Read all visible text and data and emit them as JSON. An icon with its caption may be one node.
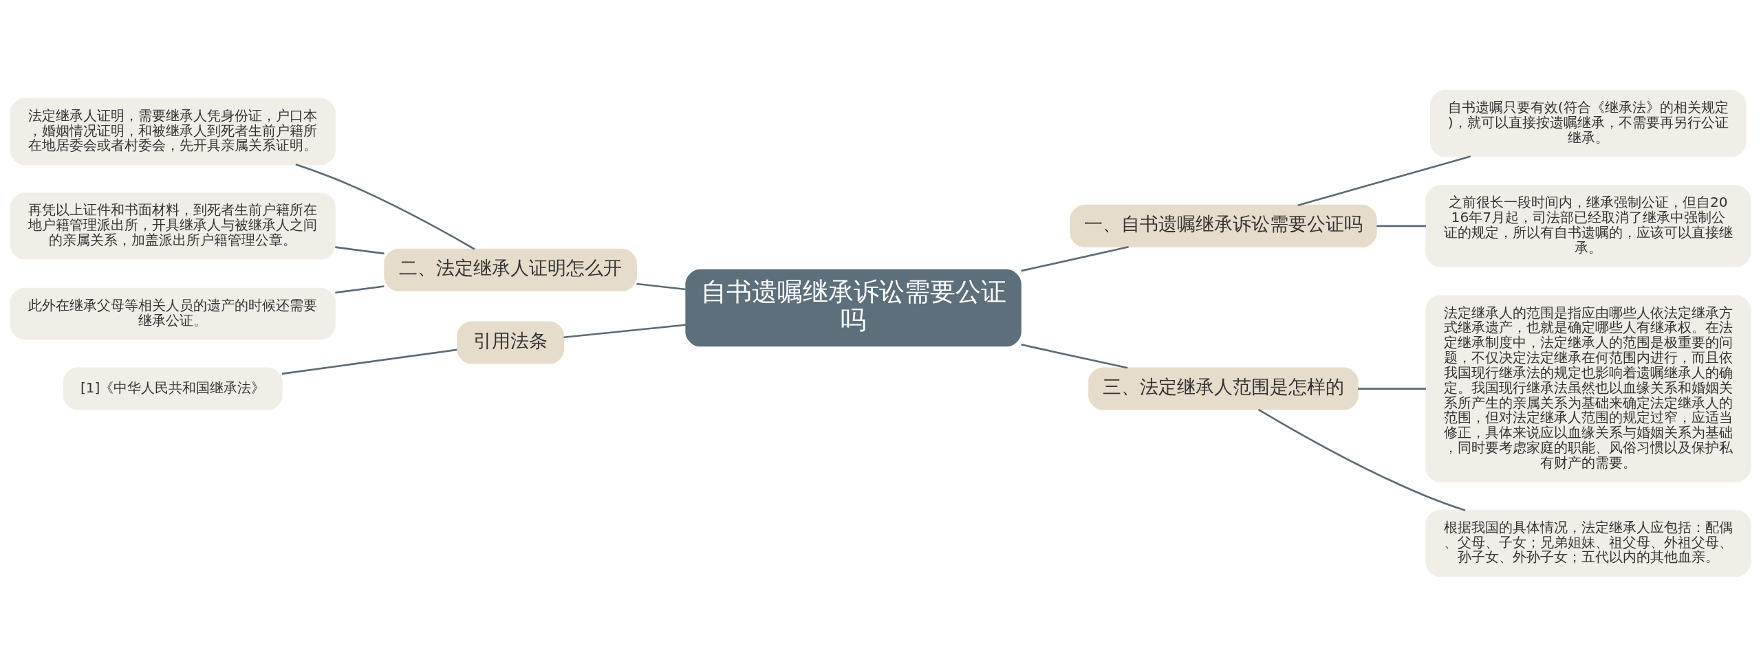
{
  "diagram": {
    "nodes": [
      {
        "text": [
          "自书遗嘱继承诉讼需要公证吗"
        ]
      },
      {
        "text": [
          "一、自书遗嘱继承诉讼需要公证吗"
        ]
      },
      {
        "text": [
          "自书遗嘱只要有效(符合《继承法》的相关规定)，就可以直接按遗嘱继承，不需要再另行公证继承。"
        ]
      },
      {
        "text": [
          "之前很长一段时间内，继承强制公证，但自2016年7月起，司法部已经取消了继承中强制公证的规定，所以有自书遗嘱的，应该可以直接继承。"
        ]
      },
      {
        "text": [
          "二、法定继承人证明怎么开"
        ]
      },
      {
        "text": [
          "法定继承人证明，需要继承人凭身份证，户口本，婚姻情况证明，和被继承人到死者生前户籍所在地居委会或者村委会，先开具亲属关系证明。"
        ]
      },
      {
        "text": [
          "再凭以上证件和书面材料，到死者生前户籍所在地户籍管理派出所，开具继承人与被继承人之间的亲属关系，加盖派出所户籍管理公章。"
        ]
      },
      {
        "text": [
          "此外在继承父母等相关人员的遗产的时候还需要继承公证。"
        ]
      },
      {
        "text": [
          "引用法条"
        ]
      },
      {
        "text": [
          "[1]《中华人民共和国继承法》"
        ]
      },
      {
        "text": [
          "三、法定继承人范围是怎样的"
        ]
      },
      {
        "text": [
          "法定继承人的范围是指应由哪些人依法定继承方式继承遗产，也就是确定哪些人有继承权。在法定继承制度中，法定继承人的范围是极重要的问题，不仅决定法定继承在何范围内进行，而且依我国现行继承法的规定也影响着遗嘱继承人的确定。我国现行继承法虽然也以血缘关系和婚姻关系所产生的亲属关系为基础来确定法定继承人的范围，但对法定继承人范围的规定过窄，应适当修正，具体来说应以血缘关系与婚姻关系为基础，同时要考虑家庭的职能、风俗习惯以及保护私有财产的需要。"
        ]
      },
      {
        "text": [
          "根据我国的具体情况，法定继承人应包括：配偶、父母、子女；兄弟姐妹、祖父母、外祖父母、孙子女、外孙子女；五代以内的其他血亲。"
        ]
      }
    ],
    "edges": [
      {
        "from": 0,
        "to": 1,
        "arrow": "none"
      },
      {
        "from": 1,
        "to": 2,
        "arrow": "none"
      },
      {
        "from": 1,
        "to": 3,
        "arrow": "none"
      },
      {
        "from": 0,
        "to": 4,
        "arrow": "none"
      },
      {
        "from": 4,
        "to": 5,
        "arrow": "none"
      },
      {
        "from": 4,
        "to": 6,
        "arrow": "none"
      },
      {
        "from": 4,
        "to": 7,
        "arrow": "none"
      },
      {
        "from": 0,
        "to": 8,
        "arrow": "none"
      },
      {
        "from": 8,
        "to": 9,
        "arrow": "none"
      },
      {
        "from": 0,
        "to": 10,
        "arrow": "none"
      },
      {
        "from": 10,
        "to": 11,
        "arrow": "none"
      },
      {
        "from": 10,
        "to": 12,
        "arrow": "none"
      }
    ]
  }
}
